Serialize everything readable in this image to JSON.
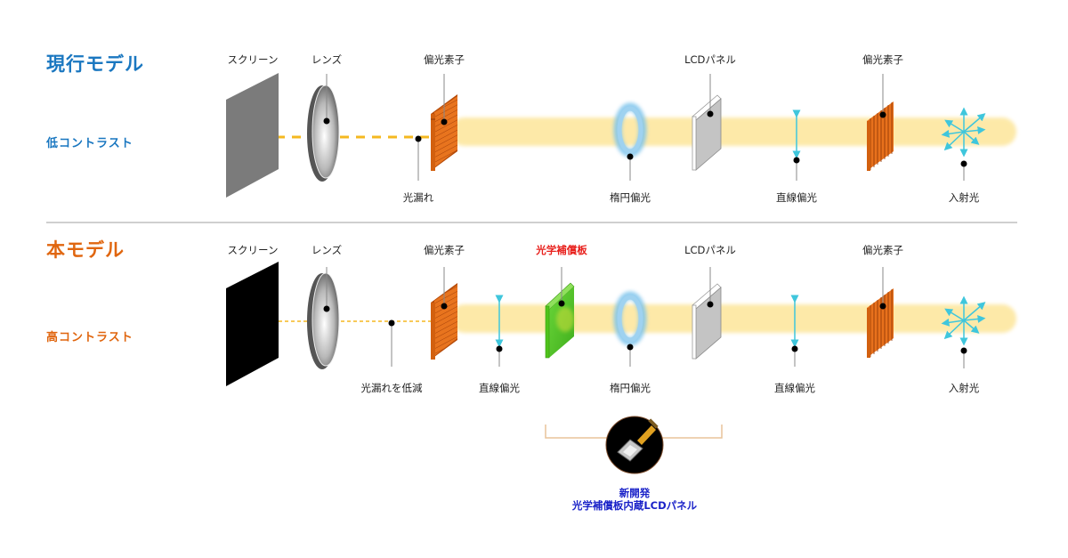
{
  "colors": {
    "current_model": "#1a77c0",
    "new_model": "#e0660f",
    "beam": "#fde9a8",
    "polarizer": "#e8711c",
    "compensator": "#5fcf2c",
    "arrow": "#3fc6dc",
    "caption": "#1a22c8",
    "highlight_label": "#e8201c"
  },
  "current": {
    "title": "現行モデル",
    "contrast": "低コントラスト",
    "labels": {
      "screen": "スクリーン",
      "lens": "レンズ",
      "polarizer_out": "偏光素子",
      "leak": "光漏れ",
      "elliptical": "楕円偏光",
      "lcd": "LCDパネル",
      "linear": "直線偏光",
      "polarizer_in": "偏光素子",
      "incident": "入射光"
    }
  },
  "new": {
    "title": "本モデル",
    "contrast": "高コントラスト",
    "labels": {
      "screen": "スクリーン",
      "lens": "レンズ",
      "polarizer_out": "偏光素子",
      "leak": "光漏れを低減",
      "linear_out": "直線偏光",
      "compensator": "光学補償板",
      "elliptical": "楕円偏光",
      "lcd": "LCDパネル",
      "linear": "直線偏光",
      "polarizer_in": "偏光素子",
      "incident": "入射光"
    },
    "caption": {
      "line1": "新開発",
      "line2": "光学補償板内蔵LCDパネル"
    }
  }
}
